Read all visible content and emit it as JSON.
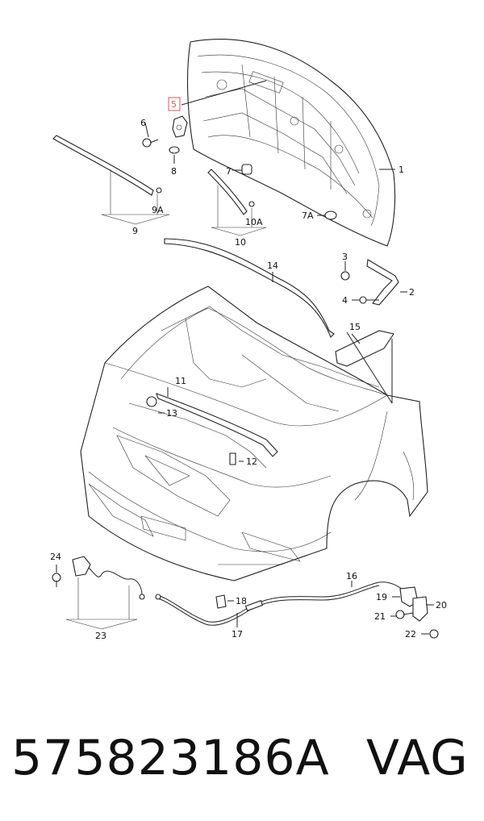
{
  "diagram": {
    "callouts": [
      {
        "id": "c1",
        "text": "1"
      },
      {
        "id": "c2",
        "text": "2"
      },
      {
        "id": "c3",
        "text": "3"
      },
      {
        "id": "c4",
        "text": "4"
      },
      {
        "id": "c5",
        "text": "5"
      },
      {
        "id": "c6",
        "text": "6"
      },
      {
        "id": "c7",
        "text": "7"
      },
      {
        "id": "c7a",
        "text": "7A"
      },
      {
        "id": "c8",
        "text": "8"
      },
      {
        "id": "c9",
        "text": "9"
      },
      {
        "id": "c9a",
        "text": "9A"
      },
      {
        "id": "c10",
        "text": "10"
      },
      {
        "id": "c10a",
        "text": "10A"
      },
      {
        "id": "c11",
        "text": "11"
      },
      {
        "id": "c12",
        "text": "12"
      },
      {
        "id": "c13",
        "text": "13"
      },
      {
        "id": "c14",
        "text": "14"
      },
      {
        "id": "c15",
        "text": "15"
      },
      {
        "id": "c16",
        "text": "16"
      },
      {
        "id": "c17",
        "text": "17"
      },
      {
        "id": "c18",
        "text": "18"
      },
      {
        "id": "c19",
        "text": "19"
      },
      {
        "id": "c20",
        "text": "20"
      },
      {
        "id": "c21",
        "text": "21"
      },
      {
        "id": "c22",
        "text": "22"
      },
      {
        "id": "c23",
        "text": "23"
      },
      {
        "id": "c24",
        "text": "24"
      }
    ],
    "highlighted_callout": "5",
    "highlight_color": "#e05555"
  },
  "caption": {
    "part_number": "575823186A",
    "brand": "VAG"
  }
}
